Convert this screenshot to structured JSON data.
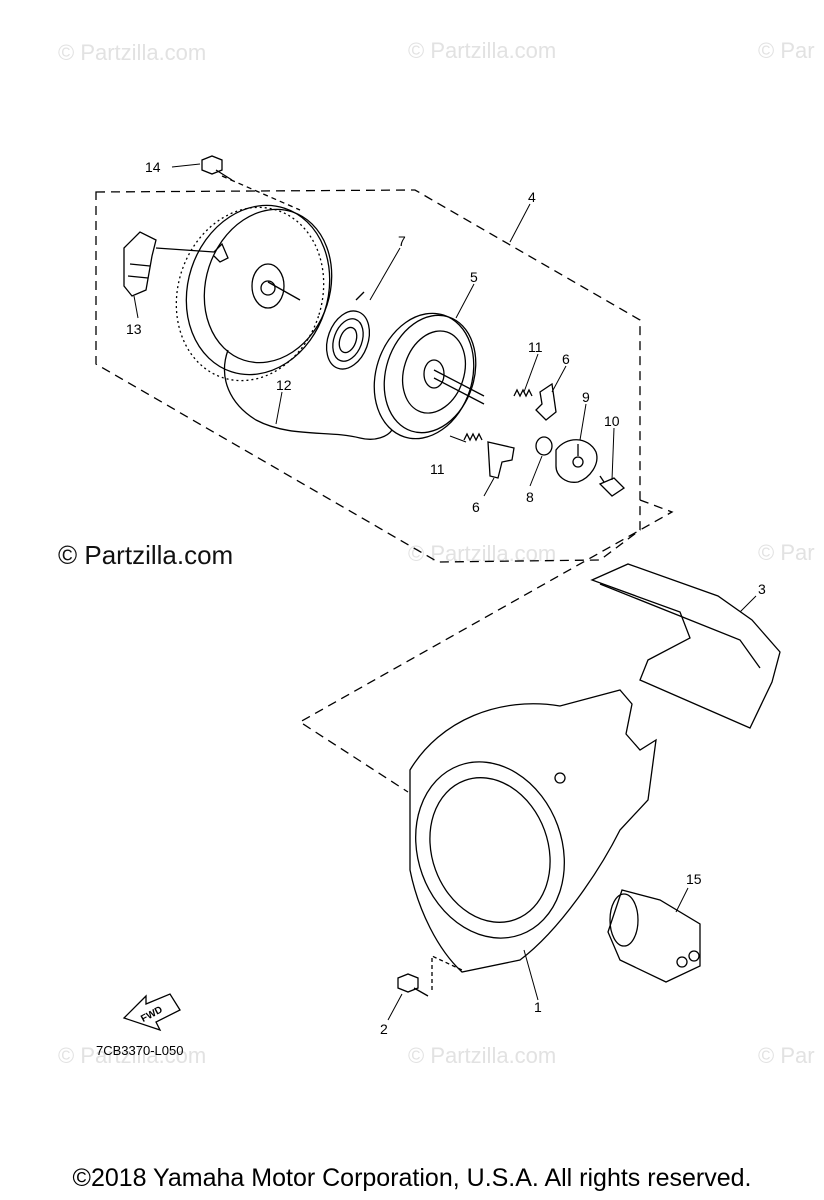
{
  "diagram": {
    "code": "7CB3370-L050",
    "fwd_label": "FWD",
    "copyright": "©2018  Yamaha Motor Corporation, U.S.A. All rights reserved.",
    "watermark_main": "© Partzilla.com",
    "watermarks": [
      "© Partzilla.com",
      "© Partzilla.com",
      "© Par",
      "© Par",
      "© Partzilla.com",
      "© Partzilla.com",
      "© Partzilla.com",
      "© Par"
    ],
    "part_labels": {
      "p1": "1",
      "p2": "2",
      "p3": "3",
      "p4": "4",
      "p5": "5",
      "p6a": "6",
      "p6b": "6",
      "p7": "7",
      "p8": "8",
      "p9": "9",
      "p10": "10",
      "p11a": "11",
      "p11b": "11",
      "p12": "12",
      "p13": "13",
      "p14": "14",
      "p15": "15"
    }
  }
}
